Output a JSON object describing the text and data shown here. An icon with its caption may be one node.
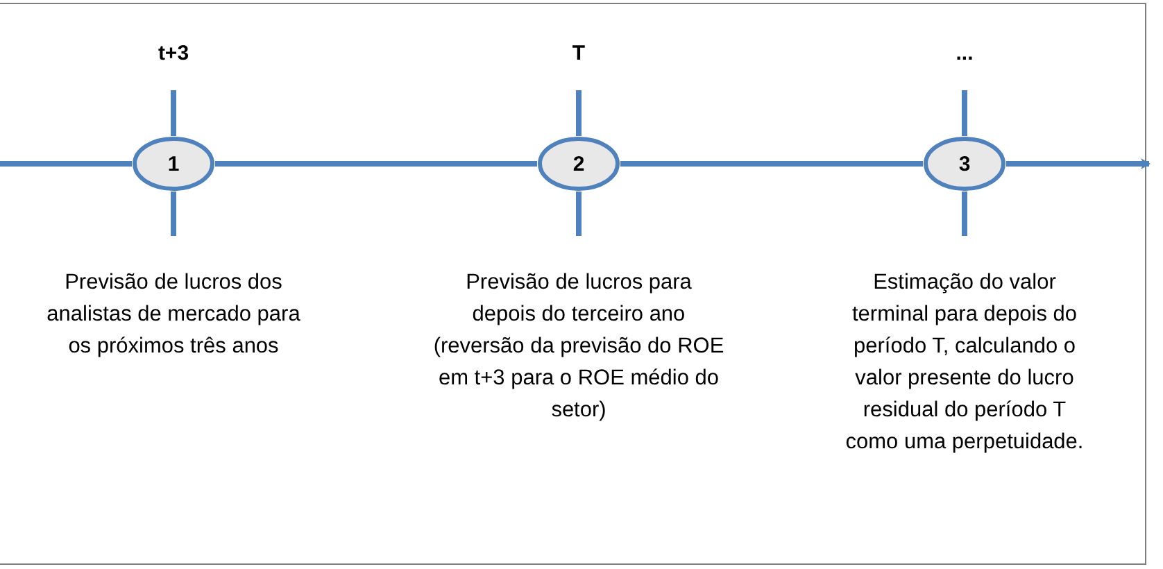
{
  "diagram": {
    "nodes": [
      {
        "text": [
          "1"
        ],
        "beside": [
          "t+3",
          "Previsão de lucros dos analistas de mercado para os próximos três anos"
        ]
      },
      {
        "text": [
          "2"
        ],
        "beside": [
          "T",
          "Previsão de lucros para depois do terceiro ano (reversão da previsão do ROE em t+3 para o ROE médio do setor)"
        ]
      },
      {
        "text": [
          "3"
        ],
        "beside": [
          "...",
          "Estimação do valor terminal para depois do período T, calculando o valor presente do lucro residual do período T como uma perpetuidade."
        ]
      }
    ],
    "edges": [
      {
        "from": null,
        "to": 0,
        "arrow": "none"
      },
      {
        "from": 0,
        "to": 1,
        "arrow": "none"
      },
      {
        "from": 1,
        "to": 2,
        "arrow": "none"
      },
      {
        "from": 2,
        "to": null,
        "arrow": "to"
      }
    ]
  }
}
